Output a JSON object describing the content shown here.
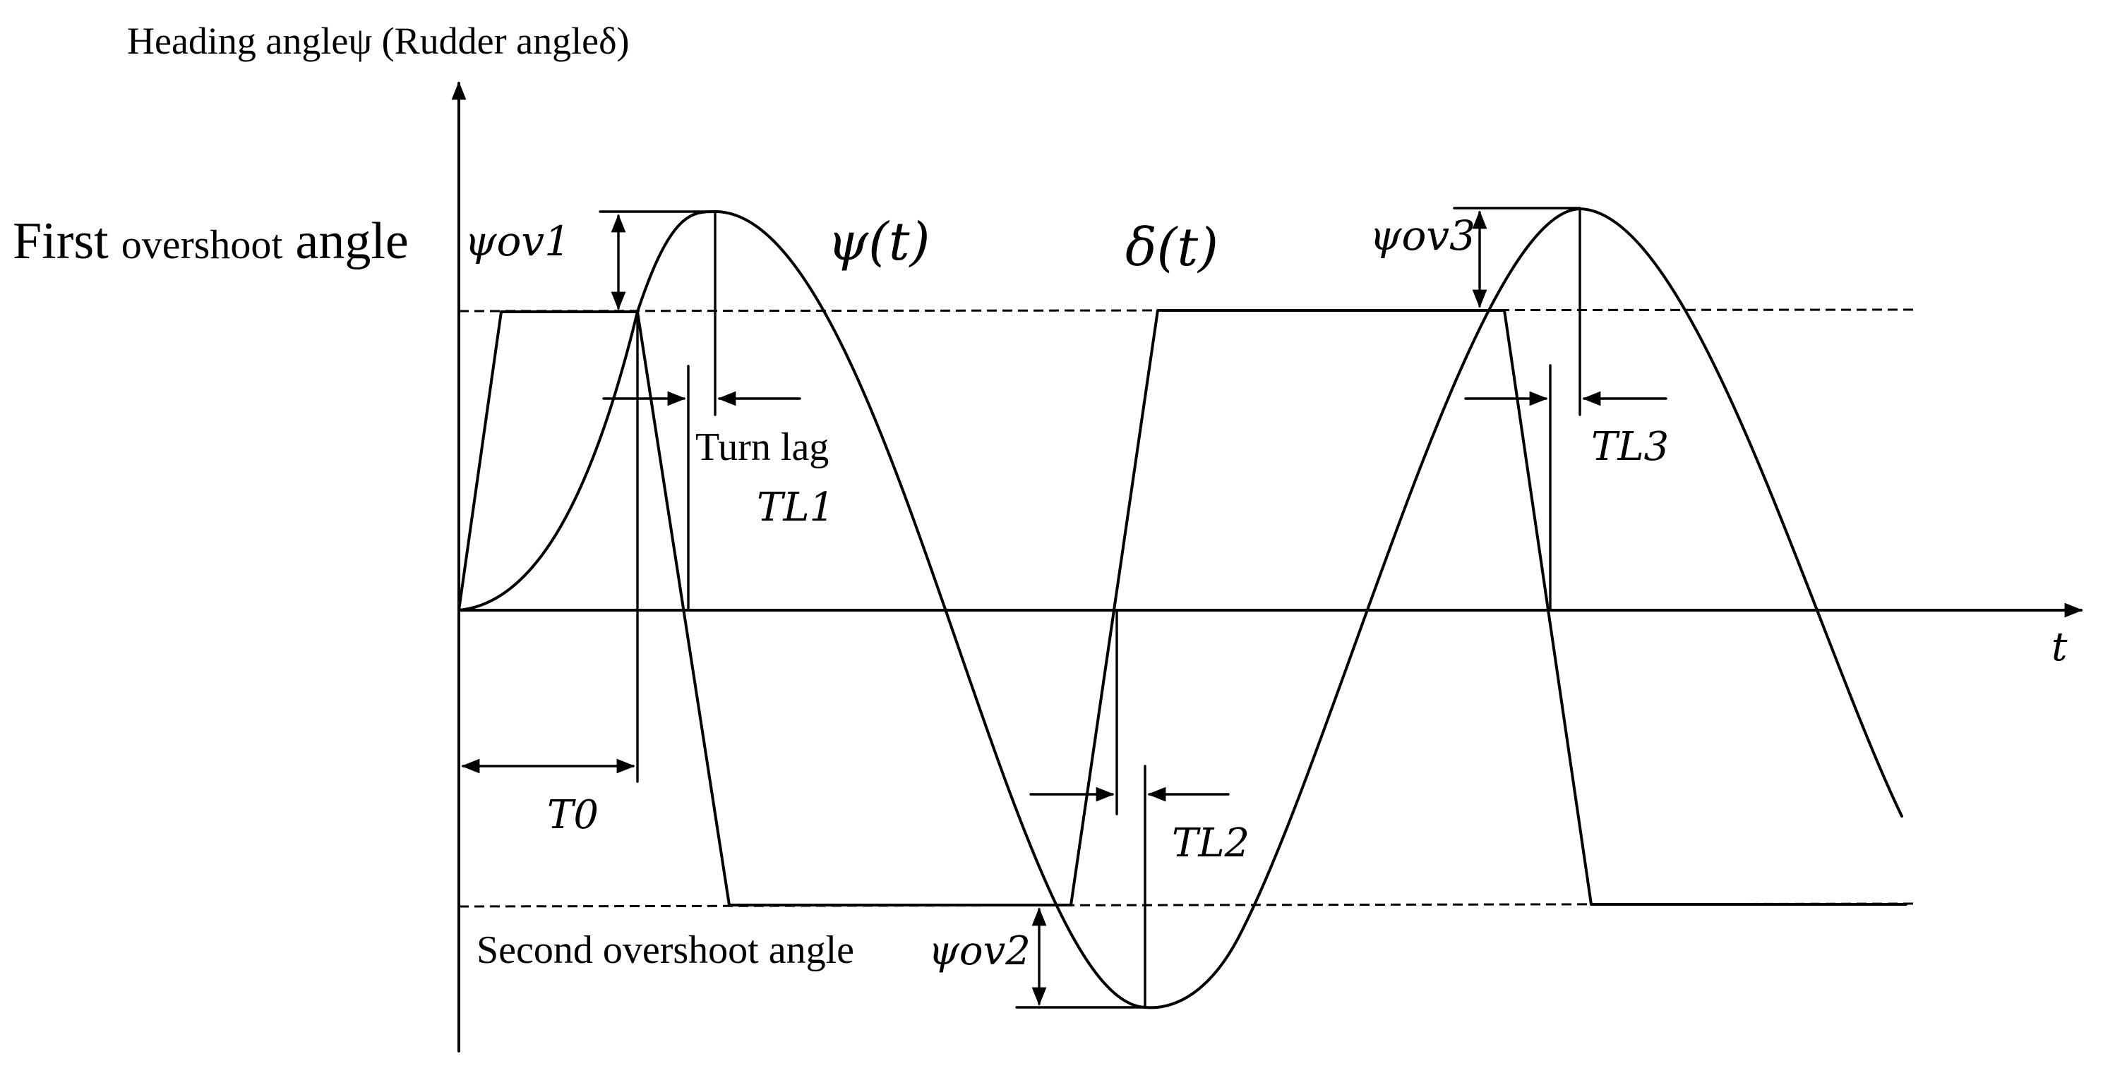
{
  "axes": {
    "y_label": "Heading angleψ (Rudder angleδ)",
    "x_label": "t"
  },
  "curves": {
    "heading": "ψ(t)",
    "rudder": "δ(t)"
  },
  "annotations": {
    "first_overshoot_first": "First",
    "first_overshoot_mid": "overshoot",
    "first_overshoot_last": "angle",
    "psi_ov1": "ψov1",
    "psi_ov2": "ψov2",
    "psi_ov3": "ψov3",
    "second_overshoot": "Second overshoot angle",
    "turn_lag": "Turn lag",
    "t_l1": "TL1",
    "t_l2": "TL2",
    "t_l3": "TL3",
    "t_0": "T0"
  }
}
